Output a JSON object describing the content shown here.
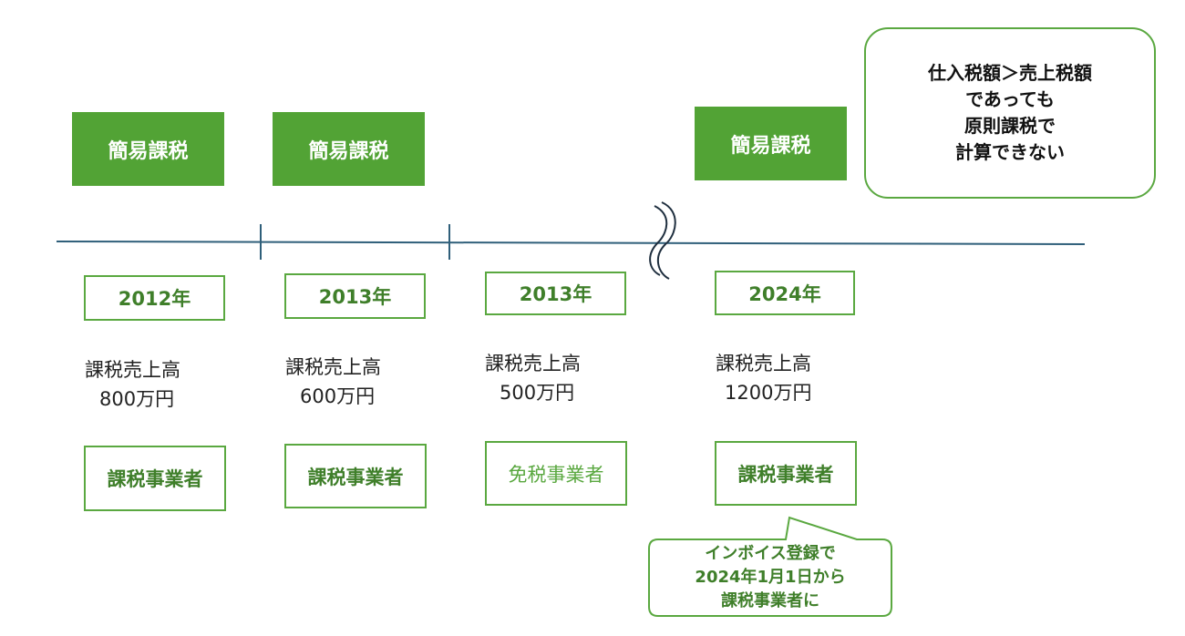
{
  "methods": [
    {
      "label": "簡易課税"
    },
    {
      "label": "簡易課税"
    },
    {
      "label": "簡易課税"
    }
  ],
  "years": [
    {
      "label": "2012年"
    },
    {
      "label": "2013年"
    },
    {
      "label": "2013年"
    },
    {
      "label": "2024年"
    }
  ],
  "sales": [
    {
      "label": "課税売上高",
      "amount": "800万円"
    },
    {
      "label": "課税売上高",
      "amount": "600万円"
    },
    {
      "label": "課税売上高",
      "amount": "500万円"
    },
    {
      "label": "課税売上高",
      "amount": "1200万円"
    }
  ],
  "statuses": [
    {
      "label": "課税事業者"
    },
    {
      "label": "課税事業者"
    },
    {
      "label": "免税事業者"
    },
    {
      "label": "課税事業者"
    }
  ],
  "note": {
    "lines": [
      "仕入税額＞売上税額",
      "であっても",
      "原則課税で",
      "計算できない"
    ]
  },
  "callout": {
    "lines": [
      "インボイス登録で",
      "2024年1月1日から",
      "課税事業者に"
    ]
  },
  "colors": {
    "green_fill": "#52a335",
    "green_border": "#5aa840",
    "timeline": "#2f5f7a"
  }
}
